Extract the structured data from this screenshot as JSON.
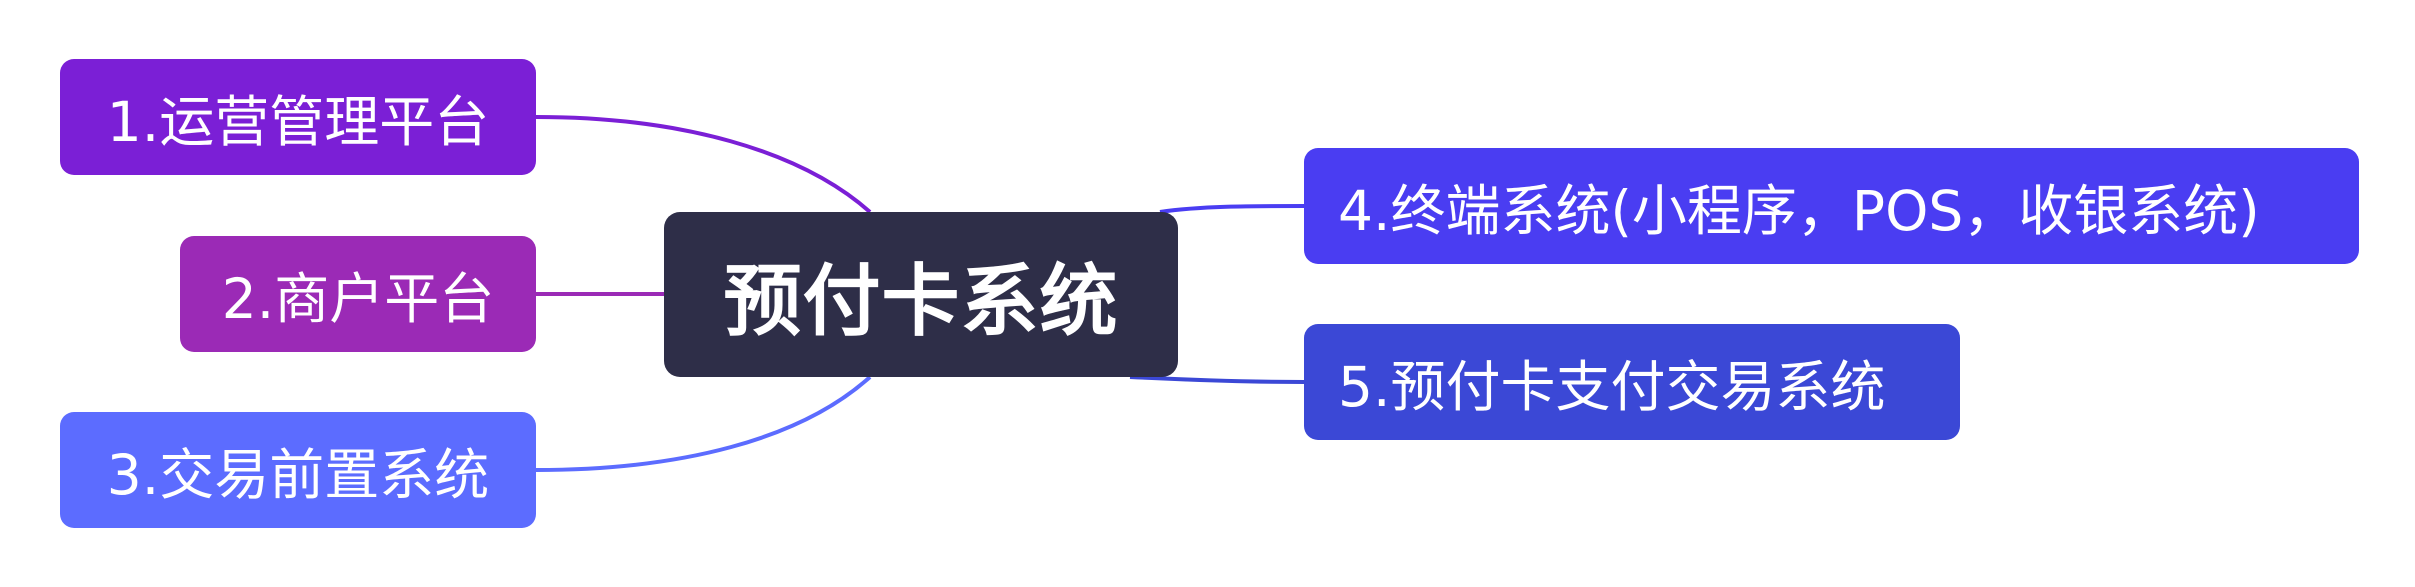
{
  "diagram": {
    "type": "mind-map",
    "center": {
      "label": "预付卡系统",
      "color": "#2e2e48"
    },
    "branches": [
      {
        "id": "1",
        "label": "1.运营管理平台",
        "color": "#7b1fd6",
        "side": "left"
      },
      {
        "id": "2",
        "label": "2.商户平台",
        "color": "#9b2ab6",
        "side": "left"
      },
      {
        "id": "3",
        "label": "3.交易前置系统",
        "color": "#5c6cff",
        "side": "left"
      },
      {
        "id": "4",
        "label": "4.终端系统(小程序，POS，收银系统)",
        "color": "#4a3df2",
        "side": "right"
      },
      {
        "id": "5",
        "label": "5.预付卡支付交易系统",
        "color": "#3b48d6",
        "side": "right"
      }
    ]
  }
}
